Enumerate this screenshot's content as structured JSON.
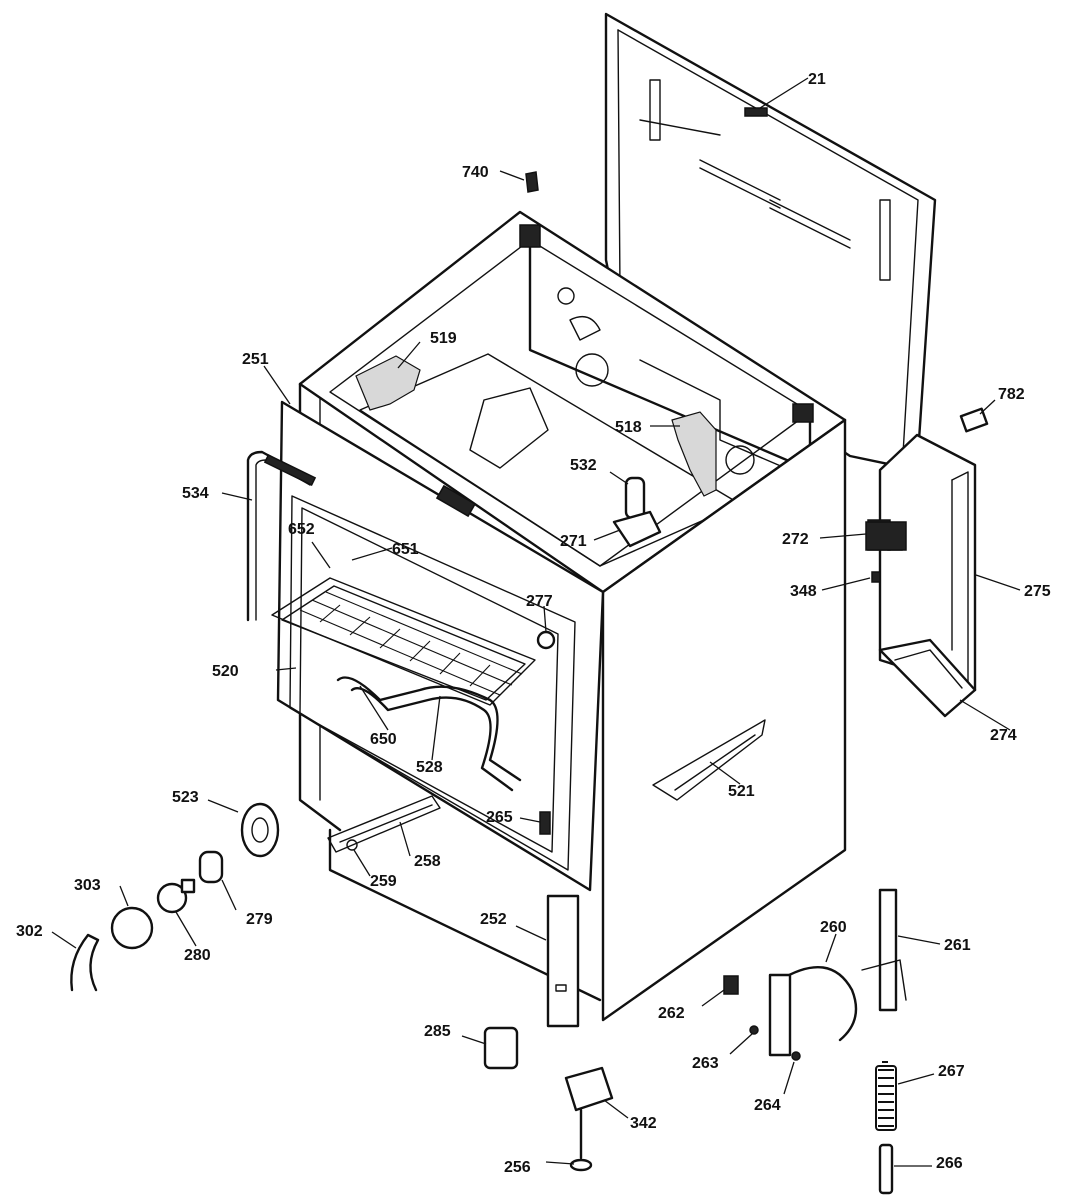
{
  "colors": {
    "ink": "#111111",
    "background": "#ffffff",
    "shade": "#d8d8d8"
  },
  "parts": [
    {
      "id": "21"
    },
    {
      "id": "740"
    },
    {
      "id": "519"
    },
    {
      "id": "251"
    },
    {
      "id": "518"
    },
    {
      "id": "782"
    },
    {
      "id": "532"
    },
    {
      "id": "534"
    },
    {
      "id": "271"
    },
    {
      "id": "272"
    },
    {
      "id": "652"
    },
    {
      "id": "651"
    },
    {
      "id": "348"
    },
    {
      "id": "275"
    },
    {
      "id": "277"
    },
    {
      "id": "520"
    },
    {
      "id": "274"
    },
    {
      "id": "650"
    },
    {
      "id": "528"
    },
    {
      "id": "521"
    },
    {
      "id": "523"
    },
    {
      "id": "265"
    },
    {
      "id": "258"
    },
    {
      "id": "303"
    },
    {
      "id": "259"
    },
    {
      "id": "279"
    },
    {
      "id": "302"
    },
    {
      "id": "280"
    },
    {
      "id": "252"
    },
    {
      "id": "260"
    },
    {
      "id": "261"
    },
    {
      "id": "262"
    },
    {
      "id": "285"
    },
    {
      "id": "263"
    },
    {
      "id": "267"
    },
    {
      "id": "264"
    },
    {
      "id": "342"
    },
    {
      "id": "256"
    },
    {
      "id": "266"
    }
  ]
}
